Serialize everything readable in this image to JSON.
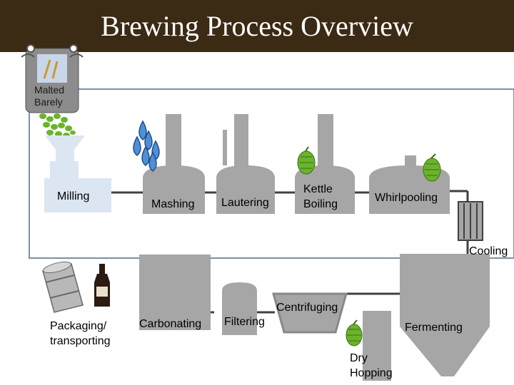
{
  "title": "Brewing Process Overview",
  "ingredient_label_line1": "Malted",
  "ingredient_label_line2": "Barely",
  "steps": {
    "milling": "Milling",
    "mashing": "Mashing",
    "lautering": "Lautering",
    "kettle_boiling_line1": "Kettle",
    "kettle_boiling_line2": "Boiling",
    "whirlpooling": "Whirlpooling",
    "cooling": "Cooling",
    "fermenting": "Fermenting",
    "dry_hopping_line1": "Dry",
    "dry_hopping_line2": "Hopping",
    "centrifuging": "Centrifuging",
    "filtering": "Filtering",
    "carbonating": "Carbonating",
    "packaging_line1": "Packaging/",
    "packaging_line2": "transporting"
  },
  "colors": {
    "header": "#3b2a14",
    "vessel": "#a6a6a6",
    "pipe": "#404040",
    "frame": "#7b8fa8",
    "mill_bg": "#dce6f2",
    "hops": "#6ab42d",
    "water": "#4f8fd6"
  },
  "icons": [
    "sack-icon",
    "grain-icon",
    "water-drops-icon",
    "hops-icon",
    "keg-icon",
    "bottle-icon"
  ]
}
